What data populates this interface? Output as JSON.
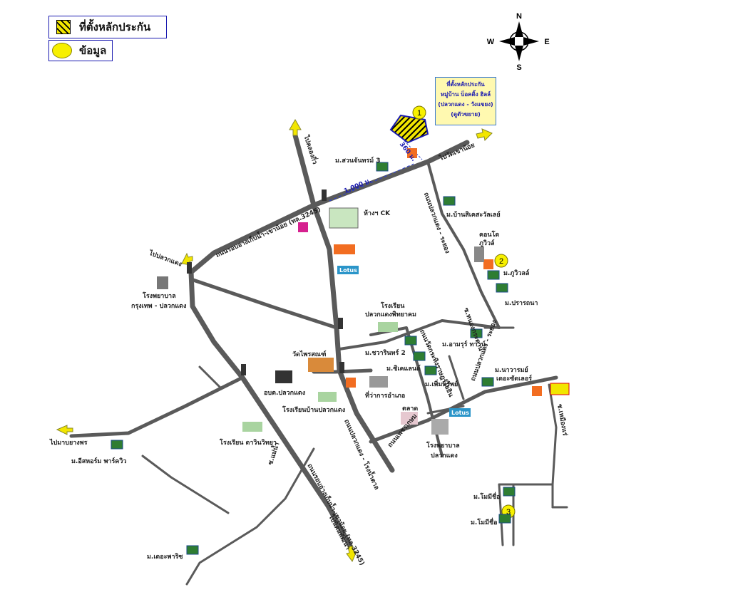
{
  "legend": {
    "site_label": "ที่ตั้งหลักประกัน",
    "data_label": "ข้อมูล"
  },
  "compass": {
    "n": "N",
    "s": "S",
    "e": "E",
    "w": "W"
  },
  "info_box": {
    "lines": [
      "ที่ตั้งหลักประกัน",
      "หมู่บ้าน บ็อคดิ้ง ฮิลล์",
      "(ปลวกแดง - วังแขยง)",
      "(ดูตัวขยาย)"
    ]
  },
  "markers": [
    {
      "id": "1",
      "label": "1"
    },
    {
      "id": "2",
      "label": "2"
    },
    {
      "id": "3",
      "label": "3"
    }
  ],
  "distances": {
    "d360": "360 ม.",
    "d1000": "1,000 ม."
  },
  "directions": {
    "to_khaonoi": "ไปวัดเขาน้อย",
    "to_klongkiew": "ไปคลองกิ่ว",
    "to_pluakdaeng": "ไปปลวกแดง",
    "to_mabyangporn": "ไปมาบยางพร",
    "to_nikom": "ไปนิคมพัฒนา"
  },
  "roads": {
    "bypass_top": "ถนนรอบอ่างเก็บน้ำ-เขาน้อย (ทล.3245)",
    "bypass_bottom": "ถนนรอบอ่างเก็บน้ำ-เขาน้อย (ทล.3245)",
    "pluakdaeng_rayong": "ถนนปลวกแดง - ระยอง",
    "pluakdaeng_rayong2": "ถนนปลวกแดง - ระยอง",
    "pluakdaeng_road2": "ถนนปลวกแดง - โรงน้ำตาล",
    "wat_road": "ถนนวัดกระทิงราษฎร์โยธิน",
    "phetkasem": "ถนนเพชรเกษม",
    "soi_mabtaphut": "ซ.หนองกระดาน",
    "soi_right": "ซ.เหมืองแร่",
    "soi_sm": "ซ.แม่น้ำ"
  },
  "places": {
    "suan_chan": "ม.สวนจันทรม์ 3",
    "ban_lahelat": "ม.บ้านสิเคสะวัลเลย์",
    "kangcon": "คอนโด",
    "phu_villa_c": "ภูวิวล์",
    "phu_villa": "ม.ภูวิวลล์",
    "parana": "ม.ปรารถนา",
    "amporn": "ม.อามรุร์ ทาวน์",
    "store_ck": "ห้างฯ CK",
    "school_pluak": "โรงเรียน",
    "school_pluak2": "ปลวกแดงพิทยาคม",
    "chawarin": "ม.ชวารินทร์ 2",
    "wat_phrai": "วัดไพรสณฑ์",
    "citylend": "ม.ซิเคแลนด์",
    "hemsap": "ม.เพิ่มทรัพย์",
    "district_office": "ที่ว่าการอำเภอ",
    "obt": "อบต.ปลวกแดง",
    "school_ban": "โรงเรียนบ้านปลวกแดง",
    "market": "ตลาด",
    "hospital_bkk": "โรงพยาบาล",
    "hospital_bkk2": "กรุงเทพ - ปลวกแดง",
    "hospital_pd": "โรงพยาบาล",
    "hospital_pd2": "ปลวกแดง",
    "school_darin": "โรงเรียน ดาวินวิทยา",
    "thehome": "ม.อีสหอร์ม พาร์ควิว",
    "nawarat": "ม.นาวารมย์",
    "lakebreeze": "เดอะซัดเลอร์",
    "momi1": "ม.โมมีชื่อ",
    "momi2": "ม.โมมีชื่อ",
    "thepaaris": "ม.เดอะพาริซ",
    "lotus1": "Lotus",
    "lotus2": "Lotus"
  }
}
